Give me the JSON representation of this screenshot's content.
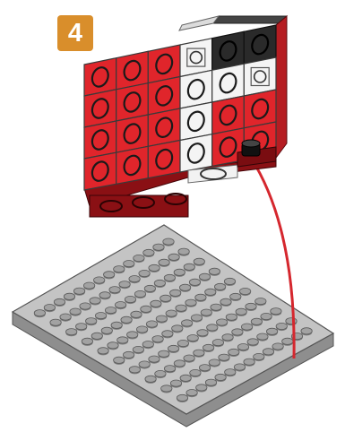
{
  "step": {
    "number": "4",
    "badge_color": "#d98e2b"
  },
  "colors": {
    "brick_red": "#e0252b",
    "brick_dark_red": "#8a1014",
    "brick_white": "#f4f4f4",
    "brick_black": "#2a2a2a",
    "plate_gray": "#b9b9b9",
    "plate_stud": "#a2a2a2",
    "connector_line": "#d5272e"
  },
  "brick_grid": {
    "rows": [
      [
        "red",
        "red",
        "red",
        "white-frame",
        "black",
        "black"
      ],
      [
        "red",
        "red",
        "red",
        "white",
        "white",
        "white-frame"
      ],
      [
        "red",
        "red",
        "red",
        "white",
        "red",
        "red"
      ],
      [
        "red",
        "red",
        "red",
        "white",
        "red",
        "red"
      ]
    ]
  },
  "plate": {
    "stud_columns": 14,
    "stud_rows": 10
  },
  "icons": [
    "step-badge",
    "brick-assembly",
    "connector-line",
    "baseplate",
    "peg-connector"
  ]
}
